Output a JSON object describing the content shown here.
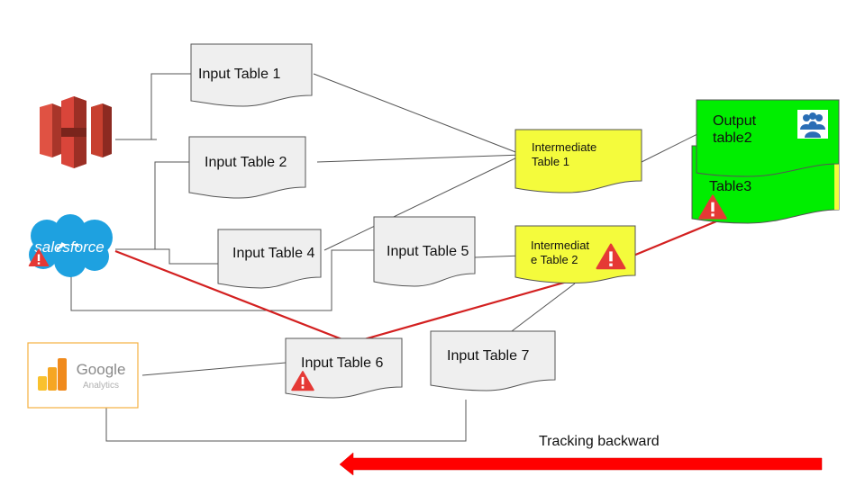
{
  "diagram": {
    "sources": {
      "s3": {
        "label": "Amazon S3"
      },
      "salesforce": {
        "label": "salesforce",
        "has_warning": true
      },
      "google_analytics": {
        "label_main": "Google",
        "label_sub": "Analytics"
      }
    },
    "nodes": {
      "input1": {
        "label": "Input Table 1"
      },
      "input2": {
        "label": "Input Table 2"
      },
      "input4": {
        "label": "Input Table 4"
      },
      "input5": {
        "label": "Input Table 5"
      },
      "input6": {
        "label": "Input Table 6",
        "has_warning": true
      },
      "input7": {
        "label": "Input Table 7"
      },
      "inter1": {
        "label": "Intermediate Table 1"
      },
      "inter2": {
        "label": "Intermediate Table 2",
        "has_warning": true
      },
      "output2": {
        "label": "Output table2"
      },
      "table3": {
        "label": "Table3",
        "has_warning": true
      }
    },
    "caption": "Tracking backward",
    "colors": {
      "input_fill": "#efefef",
      "intermediate_fill": "#f4fb3c",
      "output_fill": "#00ee00",
      "warning": "#e53935",
      "trace_line": "#d32020",
      "arrow": "#ff0000",
      "salesforce_blue": "#1ea1e0",
      "s3_red": "#d9453a",
      "ga_orange": "#f6a623"
    }
  }
}
